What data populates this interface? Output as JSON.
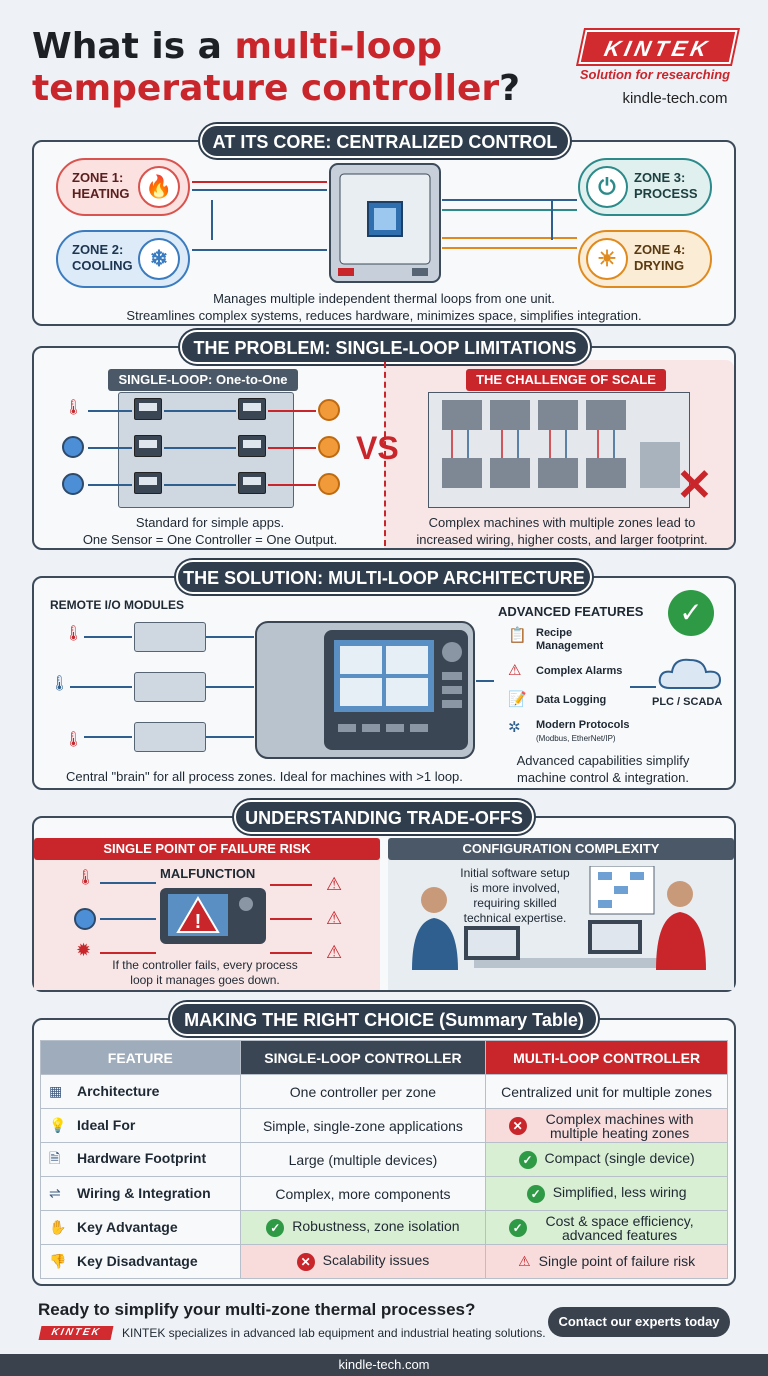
{
  "header": {
    "title_line1": "What is a ",
    "title_red1": "multi-loop",
    "title_red2": "temperature controller",
    "title_q": "?",
    "logo": "KINTEK",
    "tagline": "Solution for researching",
    "site": "kindle-tech.com"
  },
  "core": {
    "heading": "AT ITS CORE: CENTRALIZED CONTROL",
    "zones": [
      {
        "label1": "ZONE 1:",
        "label2": "HEATING",
        "icon": "flame-icon",
        "glyph": "🔥",
        "color": "#d9534f"
      },
      {
        "label1": "ZONE 2:",
        "label2": "COOLING",
        "icon": "snowflake-icon",
        "glyph": "❄",
        "color": "#3b7bbf"
      },
      {
        "label1": "ZONE 3:",
        "label2": "PROCESS",
        "icon": "power-icon",
        "glyph": "⏻",
        "color": "#2c8a8a"
      },
      {
        "label1": "ZONE 4:",
        "label2": "DRYING",
        "icon": "sun-icon",
        "glyph": "☀",
        "color": "#e08a1e"
      }
    ],
    "caption1": "Manages multiple independent thermal loops from one unit.",
    "caption2": "Streamlines complex systems, reduces hardware, minimizes space, simplifies integration."
  },
  "problem": {
    "heading": "THE PROBLEM: SINGLE-LOOP LIMITATIONS",
    "left_title": "SINGLE-LOOP: One-to-One",
    "vs": "VS",
    "right_title": "THE CHALLENGE OF SCALE",
    "left_caption1": "Standard for simple apps.",
    "left_caption2": "One Sensor = One Controller = One Output.",
    "right_caption1": "Complex machines with multiple zones lead to",
    "right_caption2": "increased wiring, higher costs, and larger footprint."
  },
  "solution": {
    "heading": "THE SOLUTION: MULTI-LOOP ARCHITECTURE",
    "remote_io": "REMOTE I/O MODULES",
    "features_title": "ADVANCED FEATURES",
    "features": [
      {
        "l1": "Recipe",
        "l2": "Management",
        "icon": "clipboard-icon",
        "glyph": "📋"
      },
      {
        "l1": "Complex Alarms",
        "l2": "",
        "icon": "warning-icon",
        "glyph": "⚠"
      },
      {
        "l1": "Data Logging",
        "l2": "",
        "icon": "notepad-icon",
        "glyph": "📝"
      },
      {
        "l1": "Modern Protocols",
        "l2": "(Modbus, EtherNet/IP)",
        "icon": "network-icon",
        "glyph": "✲"
      }
    ],
    "plc": "PLC / SCADA",
    "caption_left": "Central \"brain\" for all process zones. Ideal for machines with >1 loop.",
    "caption_right1": "Advanced capabilities simplify",
    "caption_right2": "machine control & integration."
  },
  "tradeoffs": {
    "heading": "UNDERSTANDING TRADE-OFFS",
    "left_title": "SINGLE POINT OF FAILURE RISK",
    "malfunction": "MALFUNCTION",
    "left_caption1": "If the controller fails, every process",
    "left_caption2": "loop it manages goes down.",
    "right_title": "CONFIGURATION COMPLEXITY",
    "right_text1": "Initial software setup",
    "right_text2": "is more involved,",
    "right_text3": "requiring skilled",
    "right_text4": "technical expertise."
  },
  "table": {
    "heading": "MAKING THE RIGHT CHOICE (Summary Table)",
    "headers": [
      "FEATURE",
      "SINGLE-LOOP CONTROLLER",
      "MULTI-LOOP CONTROLLER"
    ],
    "rows": [
      {
        "feature": "Architecture",
        "icon": "architecture-icon",
        "glyph": "▦",
        "single": "One controller per zone",
        "multi": "Centralized unit for multiple zones"
      },
      {
        "feature": "Ideal For",
        "icon": "lightbulb-icon",
        "glyph": "💡",
        "single": "Simple, single-zone applications",
        "multi": "Complex machines with multiple heating zones"
      },
      {
        "feature": "Hardware Footprint",
        "icon": "document-icon",
        "glyph": "🗎",
        "single": "Large (multiple devices)",
        "multi": "Compact (single device)"
      },
      {
        "feature": "Wiring & Integration",
        "icon": "wiring-icon",
        "glyph": "⇌",
        "single": "Complex, more components",
        "multi": "Simplified, less wiring"
      },
      {
        "feature": "Key Advantage",
        "icon": "hand-icon",
        "glyph": "✋",
        "single": "Robustness, zone isolation",
        "multi": "Cost & space efficiency, advanced features"
      },
      {
        "feature": "Key Disadvantage",
        "icon": "thumbs-down-icon",
        "glyph": "👎",
        "single": "Scalability issues",
        "multi": "Single point of failure risk"
      }
    ]
  },
  "cta": {
    "question": "Ready to simplify your multi-zone thermal processes?",
    "logo": "KINTEK",
    "desc": "KINTEK specializes in advanced lab equipment and industrial heating solutions.",
    "button": "Contact our experts today"
  },
  "footer": "kindle-tech.com",
  "colors": {
    "brand_red": "#c9262c",
    "navy": "#2f3d4d",
    "green": "#2e9a45"
  }
}
